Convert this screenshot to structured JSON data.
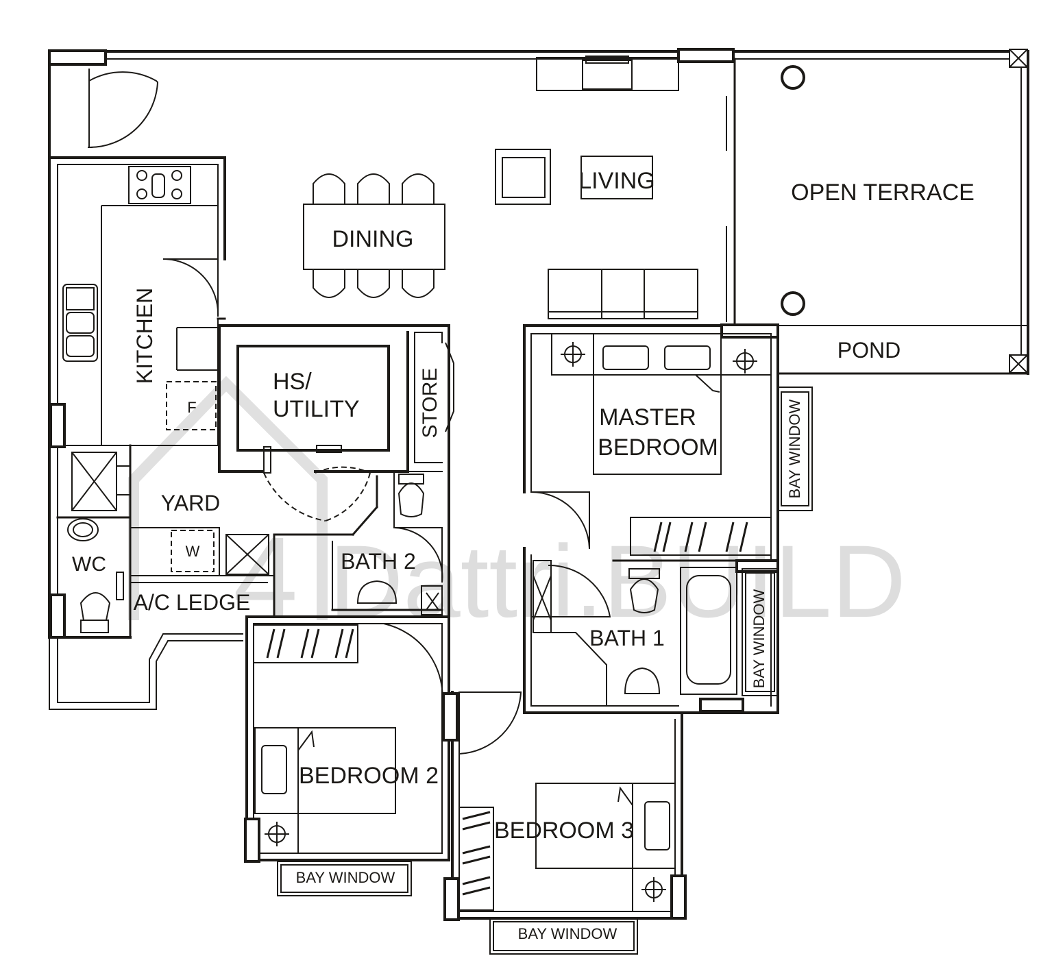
{
  "rooms": {
    "open_terrace": "OPEN  TERRACE",
    "living": "LIVING",
    "dining": "DINING",
    "kitchen": "KITCHEN",
    "hs_line1": "HS/",
    "hs_line2": "UTILITY",
    "store": "STORE",
    "pond": "POND",
    "master_line1": "MASTER",
    "master_line2": "BEDROOM",
    "yard": "YARD",
    "wc": "WC",
    "ac_ledge": "A/C  LEDGE",
    "bath2": "BATH  2",
    "bath1": "BATH  1",
    "bedroom2": "BEDROOM  2",
    "bedroom3": "BEDROOM  3",
    "bay_window_master": "BAY  WINDOW",
    "bay_window_bath1": "BAY  WINDOW",
    "bay_window_bed2": "BAY  WINDOW",
    "bay_window_bed3": "BAY  WINDOW"
  },
  "appliance_marks": {
    "fridge": "F",
    "washer": "W"
  },
  "watermark": {
    "mark": "4",
    "text": "Dattri.BUILD"
  }
}
